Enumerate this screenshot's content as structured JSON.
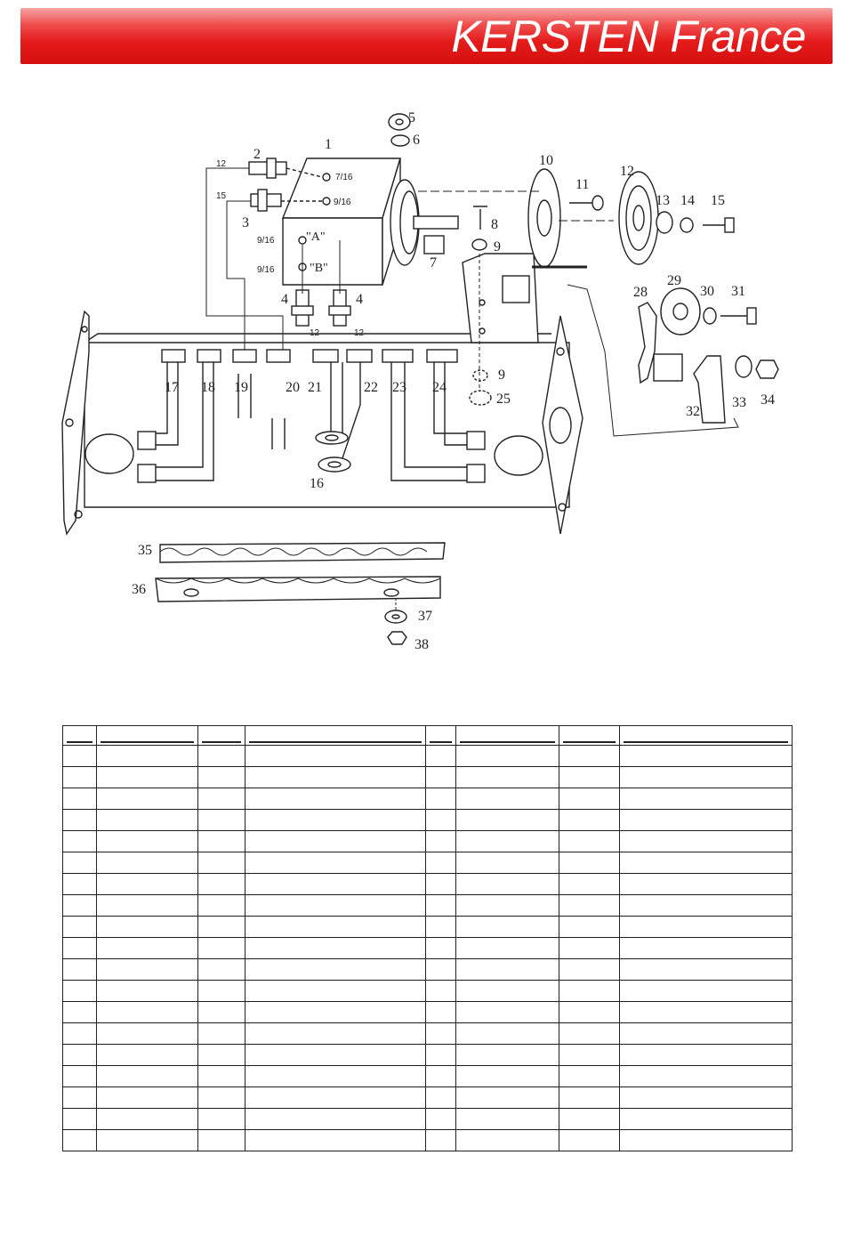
{
  "header": {
    "brand": "KERSTEN France"
  },
  "diagram": {
    "callouts": [
      "1",
      "2",
      "3",
      "4",
      "4",
      "5",
      "6",
      "7",
      "8",
      "9",
      "9",
      "10",
      "11",
      "12",
      "13",
      "14",
      "15",
      "16",
      "17",
      "18",
      "19",
      "20",
      "21",
      "22",
      "23",
      "24",
      "25",
      "28",
      "29",
      "30",
      "31",
      "32",
      "33",
      "34",
      "35",
      "36",
      "37",
      "38"
    ],
    "port_labels": {
      "a": "\"A\"",
      "b": "\"B\""
    },
    "thread_labels": [
      "7/16",
      "9/16",
      "9/16",
      "9/16"
    ],
    "hose_sizes": [
      "12",
      "15",
      "12",
      "12"
    ]
  },
  "parts_table": {
    "column_count": 8,
    "row_count": 20
  }
}
